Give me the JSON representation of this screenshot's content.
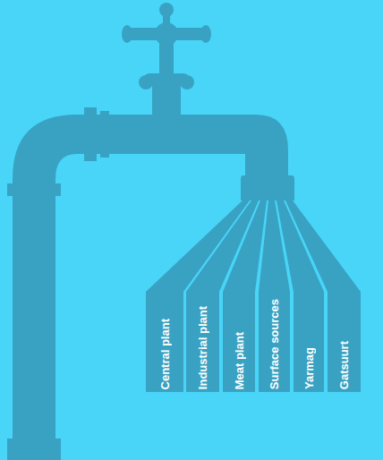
{
  "diagram": {
    "nodes": [
      {
        "text": [
          "Central plant"
        ]
      },
      {
        "text": [
          "Industrial plant"
        ]
      },
      {
        "text": [
          "Meat plant"
        ]
      },
      {
        "text": [
          "Surface sources"
        ]
      },
      {
        "text": [
          "Yarmag"
        ]
      },
      {
        "text": [
          "Gatsuurt"
        ]
      }
    ]
  }
}
